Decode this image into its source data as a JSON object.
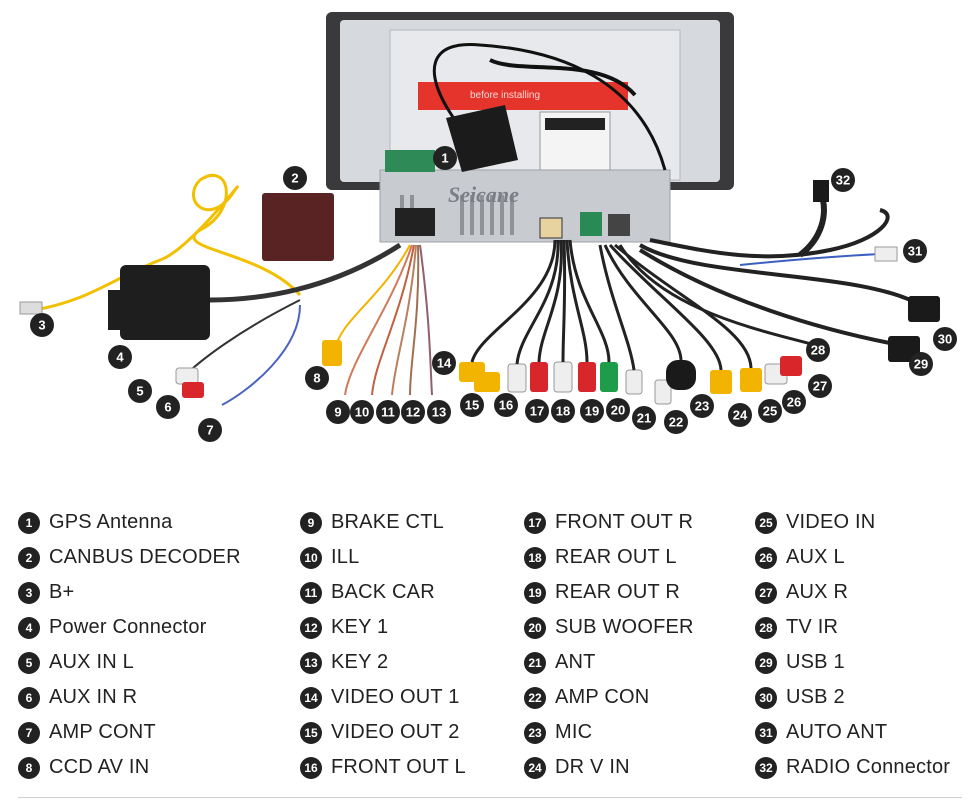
{
  "brand_watermark": "Seicane",
  "sticker_text": "before installing",
  "legend": [
    {
      "n": "1",
      "label": "GPS Antenna"
    },
    {
      "n": "2",
      "label": "CANBUS DECODER"
    },
    {
      "n": "3",
      "label": "B+"
    },
    {
      "n": "4",
      "label": "Power Connector"
    },
    {
      "n": "5",
      "label": "AUX IN L"
    },
    {
      "n": "6",
      "label": "AUX IN R"
    },
    {
      "n": "7",
      "label": "AMP CONT"
    },
    {
      "n": "8",
      "label": "CCD AV IN"
    },
    {
      "n": "9",
      "label": "BRAKE CTL"
    },
    {
      "n": "10",
      "label": "ILL"
    },
    {
      "n": "11",
      "label": "BACK CAR"
    },
    {
      "n": "12",
      "label": "KEY 1"
    },
    {
      "n": "13",
      "label": "KEY 2"
    },
    {
      "n": "14",
      "label": "VIDEO OUT 1"
    },
    {
      "n": "15",
      "label": "VIDEO OUT 2"
    },
    {
      "n": "16",
      "label": "FRONT OUT L"
    },
    {
      "n": "17",
      "label": "FRONT OUT R"
    },
    {
      "n": "18",
      "label": "REAR OUT L"
    },
    {
      "n": "19",
      "label": "REAR OUT R"
    },
    {
      "n": "20",
      "label": "SUB WOOFER"
    },
    {
      "n": "21",
      "label": "ANT"
    },
    {
      "n": "22",
      "label": "AMP CON"
    },
    {
      "n": "23",
      "label": "MIC"
    },
    {
      "n": "24",
      "label": "DR V IN"
    },
    {
      "n": "25",
      "label": "VIDEO IN"
    },
    {
      "n": "26",
      "label": "AUX L"
    },
    {
      "n": "27",
      "label": "AUX R"
    },
    {
      "n": "28",
      "label": "TV IR"
    },
    {
      "n": "29",
      "label": "USB 1"
    },
    {
      "n": "30",
      "label": "USB 2"
    },
    {
      "n": "31",
      "label": "AUTO ANT"
    },
    {
      "n": "32",
      "label": "RADIO Connector"
    }
  ],
  "colors": {
    "badge": "#222222",
    "rca_yellow": "#f2b400",
    "rca_red": "#d8262b",
    "rca_white": "#eeeeee",
    "rca_green": "#1f9c4a",
    "unit_panel": "#d9dce0",
    "sticker_red": "#e5342b"
  }
}
